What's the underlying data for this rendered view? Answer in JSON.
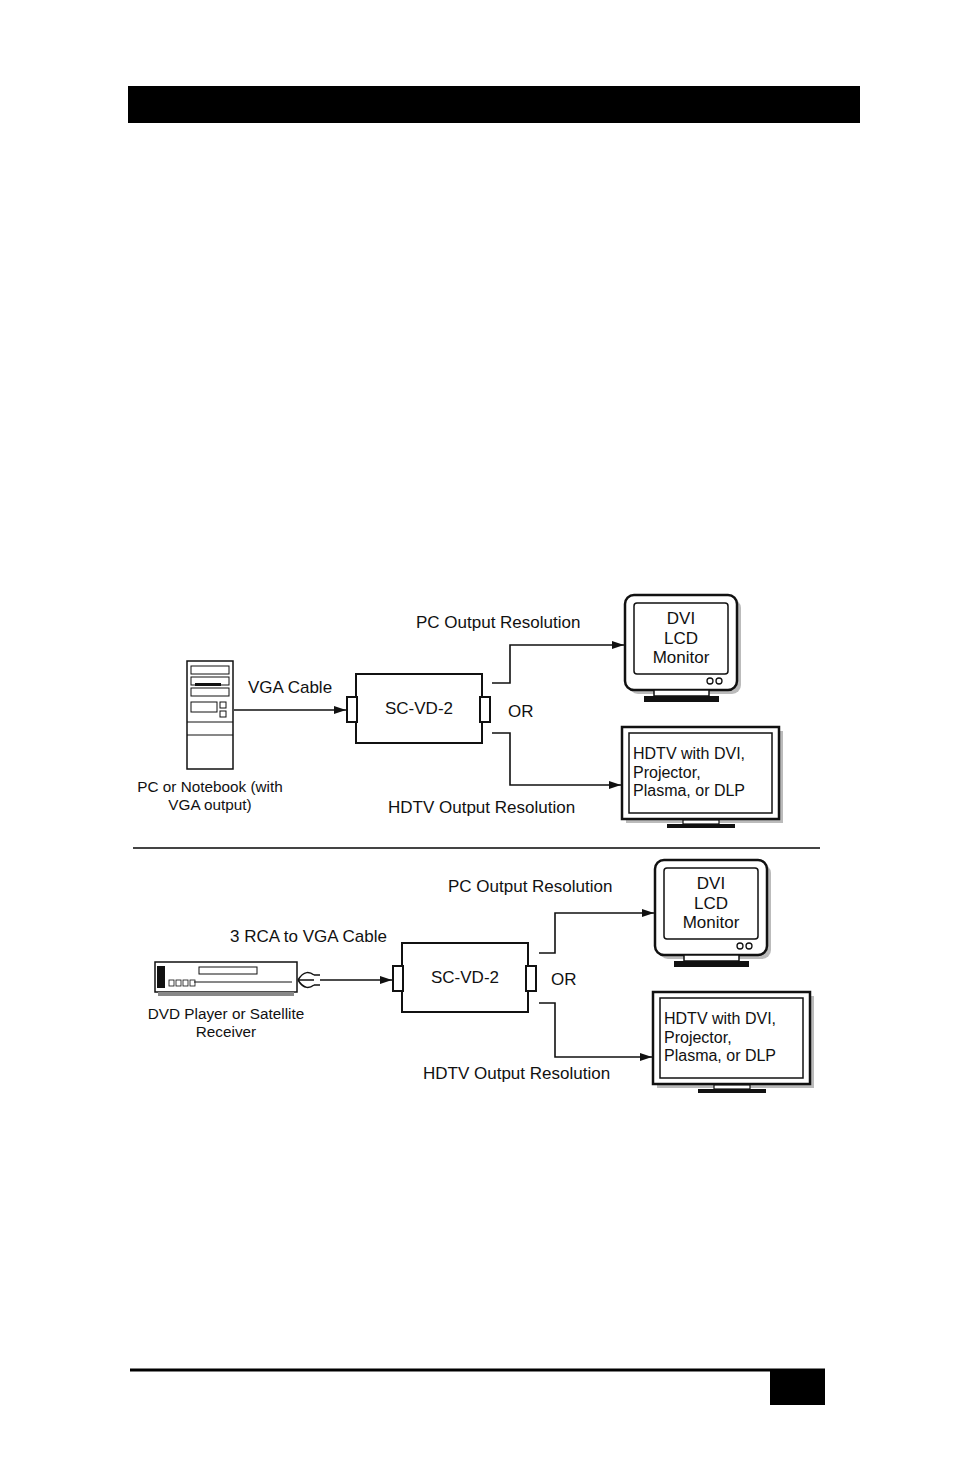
{
  "diagram": {
    "nodes": [
      {
        "text": [
          "PC or Notebook (with VGA output)"
        ]
      },
      {
        "text": [
          "SC-VD-2"
        ]
      },
      {
        "text": [
          "DVI LCD Monitor"
        ]
      },
      {
        "text": [
          "HDTV with DVI, Projector, Plasma, or DLP"
        ]
      },
      {
        "text": [
          "DVD Player or Satellite Receiver"
        ]
      },
      {
        "text": [
          "SC-VD-2"
        ]
      },
      {
        "text": [
          "DVI LCD Monitor"
        ]
      },
      {
        "text": [
          "HDTV with DVI, Projector, Plasma, or DLP"
        ]
      }
    ],
    "edges": [
      {
        "from": 0,
        "to": 1,
        "label": "VGA Cable",
        "arrow": "to"
      },
      {
        "from": 1,
        "to": 2,
        "label": "PC Output Resolution",
        "arrow": "to"
      },
      {
        "from": 1,
        "to": 3,
        "label": "HDTV Output Resolution",
        "arrow": "to"
      },
      {
        "from": 4,
        "to": 5,
        "label": "3 RCA to VGA Cable",
        "arrow": "to"
      },
      {
        "from": 5,
        "to": 6,
        "label": "PC Output Resolution",
        "arrow": "to"
      },
      {
        "from": 5,
        "to": 7,
        "label": "HDTV Output Resolution",
        "arrow": "to"
      }
    ],
    "labels": [
      "OR",
      "OR"
    ]
  }
}
